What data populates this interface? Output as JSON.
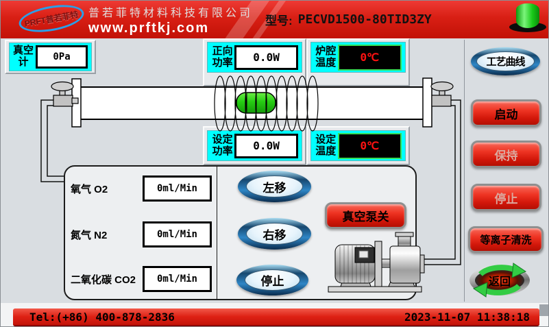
{
  "header": {
    "logo_text": "PRFT普若菲特",
    "company_name": "普若菲特材料科技有限公司",
    "website": "www.prftkj.com",
    "model_label": "型号:",
    "model_value": "PECVD1500-80TID3ZY"
  },
  "gauges": {
    "vacuum": {
      "label": "真空计",
      "value": "0Pa"
    },
    "forward_power": {
      "label": "正向功率",
      "value": "0.0W"
    },
    "chamber_temp": {
      "label": "炉腔温度",
      "value": "0℃"
    },
    "set_power": {
      "label": "设定功率",
      "value": "0.0W"
    },
    "set_temp": {
      "label": "设定温度",
      "value": "0℃"
    }
  },
  "gases": [
    {
      "label": "氧气 O2",
      "value": "0ml/Min"
    },
    {
      "label": "氮气 N2",
      "value": "0ml/Min"
    },
    {
      "label": "二氧化碳 CO2",
      "value": "0ml/Min"
    }
  ],
  "motion": {
    "left": "左移",
    "right": "右移",
    "stop": "停止"
  },
  "pump": {
    "toggle_label": "真空泵关"
  },
  "actions": {
    "curve": "工艺曲线",
    "start": "启动",
    "hold": "保持",
    "stop": "停止",
    "plasma_clean": "等离子清洗",
    "back": "返回"
  },
  "footer": {
    "tel": "Tel:(+86) 400-878-2836",
    "datetime": "2023-11-07 11:38:18"
  },
  "icons": {
    "status_light": "green-cylinder-indicator",
    "back_arrows": "recycle-arrows"
  },
  "colors": {
    "header_red": "#d81f14",
    "accent_cyan": "#00ffff",
    "alarm_text_red": "#ff1212",
    "indicator_green": "#33dd22",
    "button_red": "#e02313",
    "oval_blue": "#2e86c6"
  }
}
